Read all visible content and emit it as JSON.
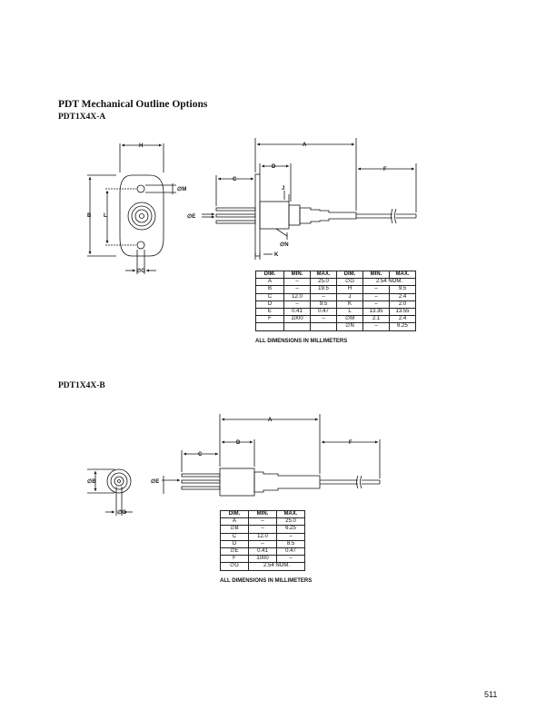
{
  "page_title": "PDT Mechanical Outline Options",
  "option_a": {
    "heading": "PDT1X4X-A",
    "labels": {
      "A": "A",
      "B": "B",
      "C": "C",
      "D": "D",
      "E": "∅E",
      "F": "F",
      "G": "∅G",
      "H": "H",
      "J": "J",
      "K": "K",
      "L": "L",
      "M": "∅M",
      "N": "∅N"
    },
    "table_headers": [
      "DIM.",
      "MIN.",
      "MAX.",
      "DIM.",
      "MIN.",
      "MAX."
    ],
    "rows": [
      {
        "dim1": "A",
        "min1": "–",
        "max1": "25.0",
        "dim2": "∅G",
        "nom2": "2.54 NOM."
      },
      {
        "dim1": "B",
        "min1": "–",
        "max1": "19.5",
        "dim2": "H",
        "min2": "–",
        "max2": "9.5"
      },
      {
        "dim1": "C",
        "min1": "12.0",
        "max1": "–",
        "dim2": "J",
        "min2": "–",
        "max2": "2.4"
      },
      {
        "dim1": "D",
        "min1": "–",
        "max1": "9.5",
        "dim2": "K",
        "min2": "–",
        "max2": "2.0"
      },
      {
        "dim1": "E",
        "min1": "0.41",
        "max1": "0.47",
        "dim2": "L",
        "min2": "13.35",
        "max2": "13.55"
      },
      {
        "dim1": "F",
        "min1": "1000",
        "max1": "–",
        "dim2": "∅M",
        "min2": "2.1",
        "max2": "2.4"
      },
      {
        "dim1": "",
        "min1": "",
        "max1": "",
        "dim2": "∅N",
        "min2": "–",
        "max2": "6.25"
      }
    ],
    "note": "ALL DIMENSIONS IN MILLIMETERS"
  },
  "option_b": {
    "heading": "PDT1X4X-B",
    "labels": {
      "A": "A",
      "B": "∅B",
      "C": "C",
      "D": "D",
      "E": "∅E",
      "F": "F",
      "G": "∅G"
    },
    "table_headers": [
      "DIM.",
      "MIN.",
      "MAX."
    ],
    "rows": [
      {
        "dim": "A",
        "min": "–",
        "max": "25.0"
      },
      {
        "dim": "∅B",
        "min": "–",
        "max": "6.25"
      },
      {
        "dim": "C",
        "min": "12.0",
        "max": "–"
      },
      {
        "dim": "D",
        "min": "–",
        "max": "8.5"
      },
      {
        "dim": "∅E",
        "min": "0.41",
        "max": "0.47"
      },
      {
        "dim": "F",
        "min": "1000",
        "max": "–"
      },
      {
        "dim": "∅G",
        "nom": "2.54 NOM."
      }
    ],
    "note": "ALL DIMENSIONS IN MILLIMETERS"
  },
  "page_number": "511"
}
